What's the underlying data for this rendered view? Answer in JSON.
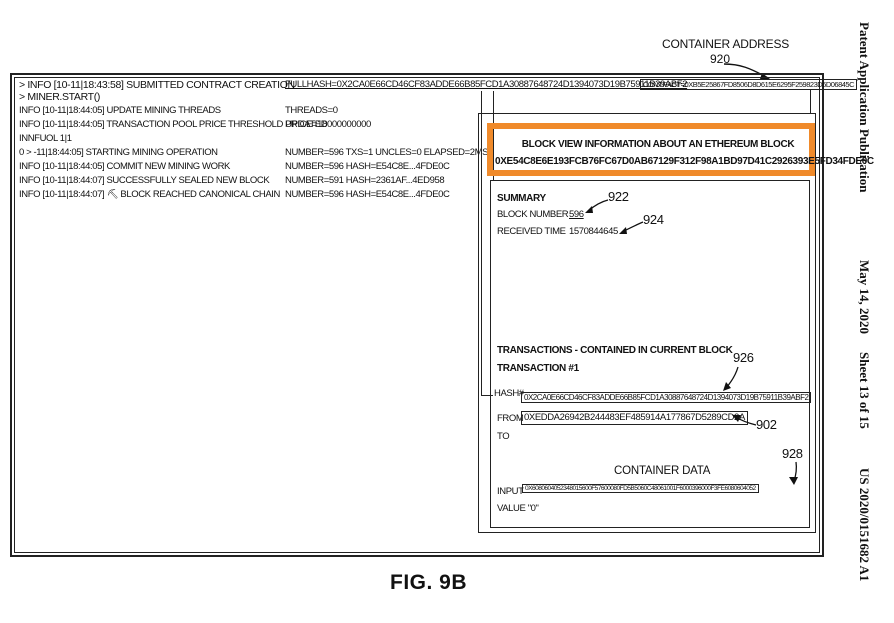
{
  "header": {
    "publication_type": "Patent Application Publication",
    "date": "May 14, 2020",
    "sheet": "Sheet 13 of 15",
    "patent_number": "US 2020/0151682 A1"
  },
  "figure": {
    "label": "FIG. 9B",
    "container_address_label": "CONTAINER ADDRESS",
    "ref_920": "920",
    "ref_922": "922",
    "ref_924": "924",
    "ref_926": "926",
    "ref_902": "902",
    "ref_928": "928"
  },
  "log": {
    "lines": [
      "> INFO [10-11|18:43:58] SUBMITTED CONTRACT CREATION",
      "> MINER.START()",
      "INFO [10-11|18:44:05]  UPDATE MINING THREADS",
      "INFO [10-11|18:44:05]  TRANSACTION POOL PRICE THRESHOLD UPDATED",
      "INNFUOL  1|1",
      "0 >  -11|18:44:05]  STARTING MINING OPERATION",
      "INFO [10-11|18:44:05]  COMMIT NEW MINING WORK",
      "INFO [10-11|18:44:07]  SUCCESSFULLY SEALED NEW BLOCK",
      "INFO [10-11|18:44:07]  ⛏  BLOCK REACHED CANONICAL CHAIN"
    ],
    "fullhash": "FULLHASH=0X2CA0E66CD46CF83ADDE66B85FCD1A30887648724D1394073D19B75911B39ABF2",
    "contract": "CONTRACT=0XB5E25867FD8506D8D615E6295F259823D6D06845C",
    "details": [
      "THREADS=0",
      "PRICE=18000000000",
      "",
      "NUMBER=596 TXS=1 UNCLES=0 ELAPSED=2MS",
      "NUMBER=596 HASH=E54C8E...4FDE0C",
      "  NUMBER=591 HASH=2361AF...4ED958",
      "  NUMBER=596 HASH=E54C8E...4FDE0C"
    ]
  },
  "block_view": {
    "title": "BLOCK VIEW INFORMATION ABOUT AN ETHEREUM BLOCK",
    "hash": "0XE54C8E6E193FCB76FC67D0AB67129F312F98A1BD97D41C2926393E5FD34FDE0C",
    "summary_heading": "SUMMARY",
    "block_number_label": "BLOCK NUMBER",
    "block_number_value": "596",
    "received_time_label": "RECEIVED TIME",
    "received_time_value": "1570844645",
    "transactions_heading": "TRANSACTIONS - CONTAINED IN CURRENT BLOCK",
    "transaction_title": "TRANSACTION #1",
    "hash_label": "HASH#",
    "hash_value": "0X2CA0E66CD46CF83ADDE66B85FCD1A30887648724D1394073D19B75911B39ABF2",
    "from_label": "FROM",
    "from_value": "0XEDDA26942B244483EF485914A177867D5289CD2A",
    "to_label": "TO",
    "container_data_label": "CONTAINER DATA",
    "input_label": "INPUT",
    "input_value": "0X6080604052348015600F57600080FD5B5060C48061001F6000396000F3FE6080604052",
    "value_label": "VALUE \"0\""
  }
}
